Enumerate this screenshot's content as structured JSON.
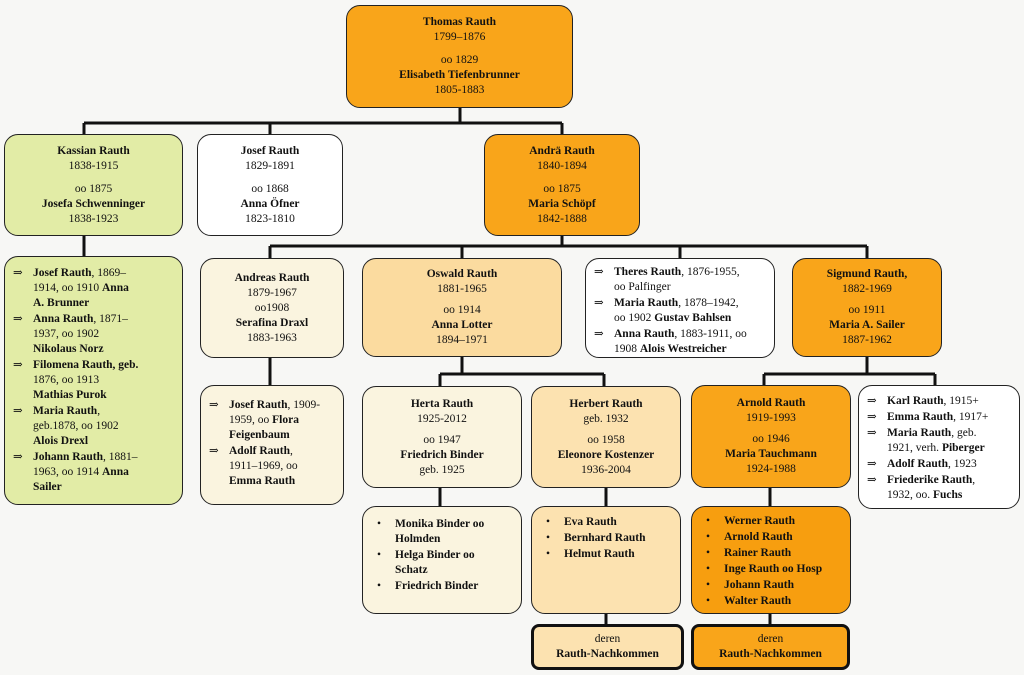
{
  "top": {
    "name": "Thomas Rauth",
    "dates": "1799–1876",
    "marriage": "oo 1829",
    "spouse": "Elisabeth Tiefenbrunner",
    "spouse_dates": "1805-1883"
  },
  "gen2": {
    "kassian": {
      "name": "Kassian Rauth",
      "dates": "1838-1915",
      "marriage": "oo 1875",
      "spouse": "Josefa Schwenninger",
      "spouse_dates": "1838-1923"
    },
    "josef": {
      "name": "Josef Rauth",
      "dates": "1829-1891",
      "marriage": "oo 1868",
      "spouse": "Anna Öfner",
      "spouse_dates": "1823-1810"
    },
    "andrae": {
      "name": "Andrä Rauth",
      "dates": "1840-1894",
      "marriage": "oo 1875",
      "spouse": "Maria Schöpf",
      "spouse_dates": "1842-1888"
    }
  },
  "kassian_children": [
    {
      "name": "Josef Rauth",
      "text1": ", 1869–",
      "text2": "1914, oo 1910 ",
      "sp": "Anna",
      "sp2": "A. Brunner"
    },
    {
      "name": "Anna Rauth",
      "text1": ", 1871–",
      "text2": "1937, oo 1902",
      "sp": "Nikolaus Norz"
    },
    {
      "name": "Filomena Rauth, geb.",
      "text2": "1876, oo 1913",
      "sp": "Mathias Purok"
    },
    {
      "name": "Maria Rauth",
      "text1": ",",
      "text2": "geb.1878, oo 1902",
      "sp": "Alois Drexl"
    },
    {
      "name": "Johann Rauth",
      "text1": ", 1881–",
      "text2": "1963, oo 1914 ",
      "sp": "Anna",
      "sp2": "Sailer"
    }
  ],
  "gen3": {
    "andreas": {
      "name": "Andreas Rauth",
      "dates": "1879-1967",
      "marriage": "oo1908",
      "spouse": "Serafina Draxl",
      "spouse_dates": "1883-1963"
    },
    "oswald": {
      "name": "Oswald Rauth",
      "dates": "1881-1965",
      "marriage": "oo 1914",
      "spouse": "Anna Lotter",
      "spouse_dates": "1894–1971"
    },
    "sigmund": {
      "name": "Sigmund Rauth,",
      "dates": "1882-1969",
      "marriage": "oo 1911",
      "spouse": "Maria A. Sailer",
      "spouse_dates": "1887-1962"
    }
  },
  "theres_group": [
    {
      "name": "Theres Rauth",
      "rest": ", 1876-1955,",
      "line2": "oo Palfinger"
    },
    {
      "name": "Maria Rauth",
      "rest": ", 1878–1942,",
      "line2": "oo 1902 ",
      "line2b": "Gustav Bahlsen"
    },
    {
      "name": "Anna Rauth",
      "rest": ", 1883-1911, oo",
      "line2": "1908 ",
      "line2b": "Alois Westreicher"
    }
  ],
  "andreas_children": [
    {
      "name": "Josef Rauth",
      "rest": ", 1909-",
      "line2": "1959, oo ",
      "line2b": "Flora",
      "line3b": "Feigenbaum"
    },
    {
      "name": "Adolf Rauth",
      "rest": ",",
      "line2": "1911–1969, oo",
      "line3b": "Emma Rauth"
    }
  ],
  "gen4": {
    "herta": {
      "name": "Herta Rauth",
      "dates": "1925-2012",
      "marriage": "oo 1947",
      "spouse": "Friedrich Binder",
      "spouse_dates": "geb. 1925"
    },
    "herbert": {
      "name": "Herbert Rauth",
      "dates": "geb. 1932",
      "marriage": "oo 1958",
      "spouse": "Eleonore Kostenzer",
      "spouse_dates": "1936-2004"
    },
    "arnold": {
      "name": "Arnold Rauth",
      "dates": "1919-1993",
      "marriage": "oo 1946",
      "spouse": "Maria Tauchmann",
      "spouse_dates": "1924-1988"
    }
  },
  "sigmund_children": [
    {
      "name": "Karl Rauth",
      "rest": ", 1915+"
    },
    {
      "name": "Emma Rauth",
      "rest": ", 1917+"
    },
    {
      "name": "Maria Rauth",
      "rest": ", geb.",
      "line2": "1921, verh. ",
      "line2b": "Piberger"
    },
    {
      "name": "Adolf Rauth",
      "rest": ", 1923"
    },
    {
      "name": "Friederike Rauth",
      "rest": ",",
      "line2": "1932, oo. ",
      "line2b": "Fuchs"
    }
  ],
  "herta_children": [
    {
      "l1": "Monika Binder oo",
      "l2": "Holmden"
    },
    {
      "l1": "Helga Binder oo",
      "l2": "Schatz"
    },
    {
      "l1": "Friedrich Binder"
    }
  ],
  "herbert_children": [
    "Eva Rauth",
    "Bernhard Rauth",
    "Helmut Rauth"
  ],
  "arnold_children": [
    "Werner Rauth",
    "Arnold Rauth",
    "Rainer Rauth",
    "Inge Rauth oo Hosp",
    "Johann Rauth",
    "Walter Rauth"
  ],
  "descendants": {
    "label": "deren",
    "name": "Rauth-Nachkommen"
  },
  "markers": {
    "arrow": "⇒",
    "bullet": "•"
  },
  "colors": {
    "orange": "#f9a51a",
    "peach": "#fbdb9f",
    "green": "#e2eca6",
    "cream": "#faf4df",
    "white": "#ffffff"
  }
}
